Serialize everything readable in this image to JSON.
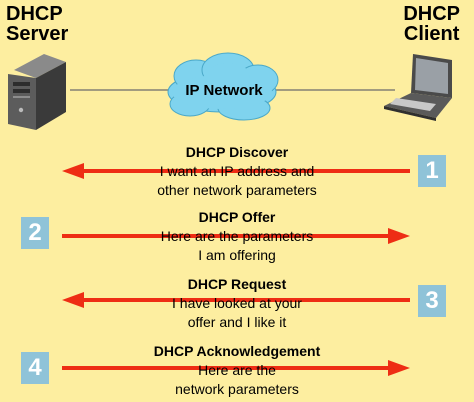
{
  "server": {
    "title_line1": "DHCP",
    "title_line2": "Server"
  },
  "client": {
    "title_line1": "DHCP",
    "title_line2": "Client"
  },
  "network": {
    "label": "IP Network"
  },
  "steps": [
    {
      "number": "1",
      "title": "DHCP Discover",
      "line1": "I want an IP address and",
      "line2": "other network parameters",
      "direction": "to-server"
    },
    {
      "number": "2",
      "title": "DHCP Offer",
      "line1": "Here are the parameters",
      "line2": "I am offering",
      "direction": "to-client"
    },
    {
      "number": "3",
      "title": "DHCP Request",
      "line1": "I have looked at your",
      "line2": "offer and I like it",
      "direction": "to-server"
    },
    {
      "number": "4",
      "title": "DHCP Acknowledgement",
      "line1": "Here are the",
      "line2": "network parameters",
      "direction": "to-client"
    }
  ],
  "colors": {
    "background": "#fdeea0",
    "arrow": "#ee2d14",
    "badge": "#8fc3d8",
    "cloud": "#7fd3ee"
  }
}
